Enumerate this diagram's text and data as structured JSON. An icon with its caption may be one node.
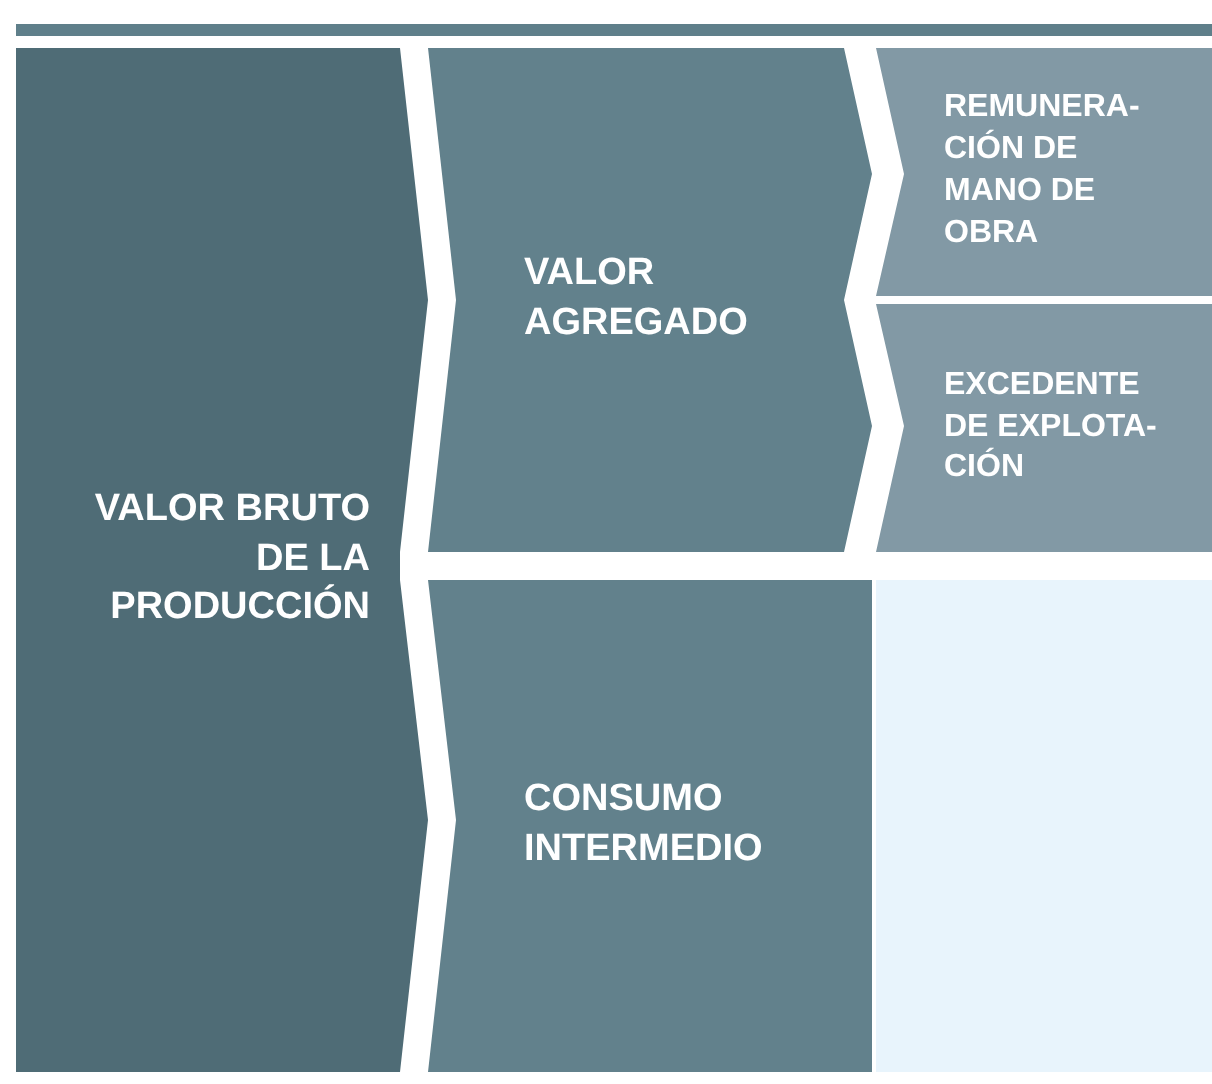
{
  "diagram": {
    "nodes": [
      {
        "text": [
          "VALOR BRUTO DE LA PRODUCCIÓN"
        ]
      },
      {
        "text": [
          "VALOR AGREGADO"
        ]
      },
      {
        "text": [
          "CONSUMO INTERMEDIO"
        ]
      },
      {
        "text": [
          "REMUNERA- CIÓN DE MANO DE OBRA"
        ]
      },
      {
        "text": [
          "EXCEDENTE DE EXPLOTA- CIÓN"
        ]
      },
      {
        "text": [],
        "shape": "box"
      }
    ]
  }
}
